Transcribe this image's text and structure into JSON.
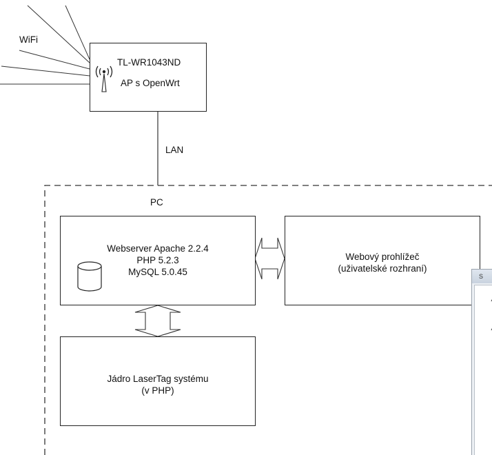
{
  "wifi_label": "WiFi",
  "router": {
    "model": "TL-WR1043ND",
    "role": "AP s OpenWrt"
  },
  "link_label": "LAN",
  "pc_label": "PC",
  "webserver": {
    "line1": "Webserver Apache 2.2.4",
    "line2": "PHP 5.2.3",
    "line3": "MySQL 5.0.45"
  },
  "browser": {
    "line1": "Webový prohlížeč",
    "line2": "(uživatelské rozhraní)"
  },
  "core": {
    "line1": "Jádro LaserTag systému",
    "line2": "(v PHP)"
  },
  "side_window": {
    "title_fragment": "S"
  }
}
